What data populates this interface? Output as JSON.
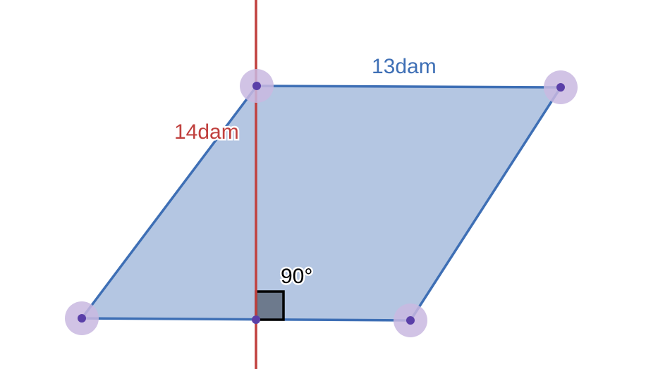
{
  "figure": {
    "top_side_label": "13dam",
    "height_label": "14dam",
    "angle_label": "90°"
  },
  "colors": {
    "fill": "#b4c6e2",
    "edge": "#3e6fb5",
    "height_line": "#c0403e",
    "vertex": "#5a3fa8",
    "vertex_halo": "#c9b9e0",
    "right_angle_fill": "#6d7a8d",
    "top_label": "#3e6fb5",
    "height_label": "#c0403e",
    "angle_label": "#000000"
  }
}
